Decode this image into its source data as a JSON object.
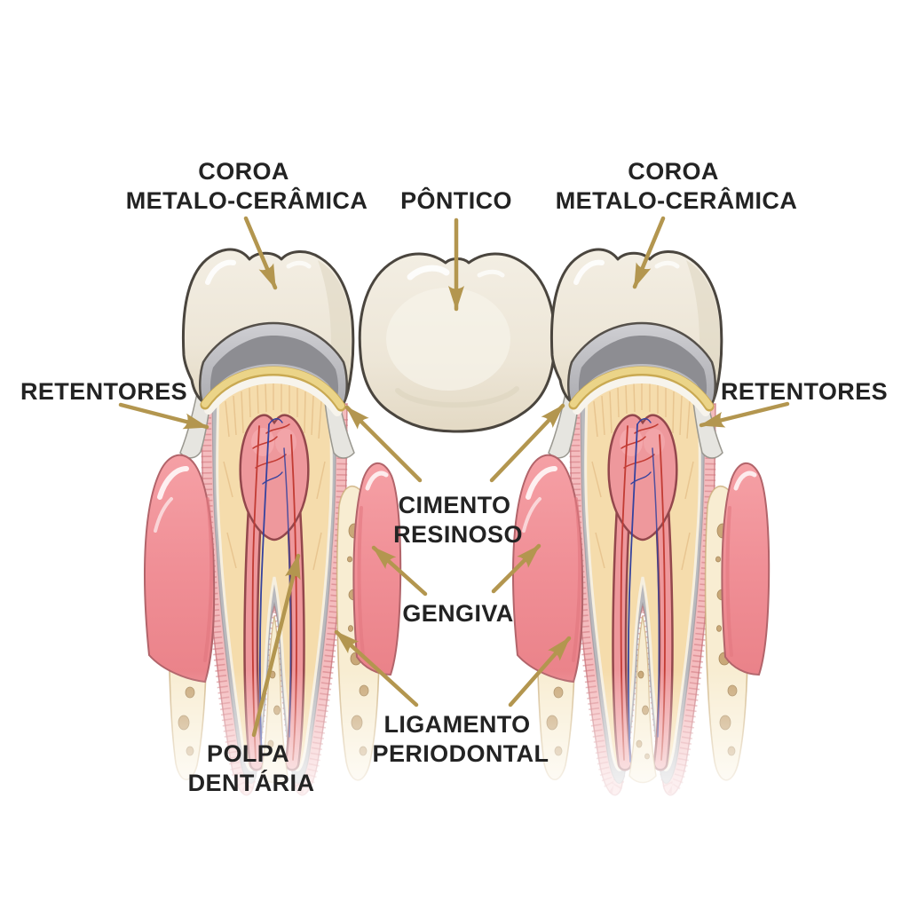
{
  "diagram": {
    "labels": {
      "crown_left": {
        "line1": "COROA",
        "line2": "METALO-CERÂMICA"
      },
      "pontic": {
        "text": "PÔNTICO"
      },
      "crown_right": {
        "line1": "COROA",
        "line2": "METALO-CERÂMICA"
      },
      "retainers_left": {
        "text": "RETENTORES"
      },
      "retainers_right": {
        "text": "RETENTORES"
      },
      "resin_cement": {
        "line1": "CIMENTO",
        "line2": "RESINOSO"
      },
      "gingiva": {
        "text": "GENGIVA"
      },
      "dental_pulp": {
        "line1": "POLPA",
        "line2": "DENTÁRIA"
      },
      "periodontal_ligament": {
        "line1": "LIGAMENTO",
        "line2": "PERIODONTAL"
      }
    },
    "colors": {
      "background": "#FFFFFF",
      "label_text": "#232323",
      "annotation_arrow": "#B3964F",
      "outline": "#4A453E",
      "ceramic_crown": "#EFE9DC",
      "metal_coping_light": "#C4C4C8",
      "metal_coping_dark": "#8D8D92",
      "resin_cement_line": "#EBD488",
      "dentin": "#F5DCAC",
      "pulp": "#EE989C",
      "gingiva": "#F2959A",
      "bone": "#F8EDD2",
      "bone_spots": "#C9A878",
      "periodontal_ligament_band": "#F4BCBE",
      "cementum_gray": "#B9B9BD",
      "vessel_red": "#C23B33",
      "vessel_blue": "#35429E"
    }
  }
}
